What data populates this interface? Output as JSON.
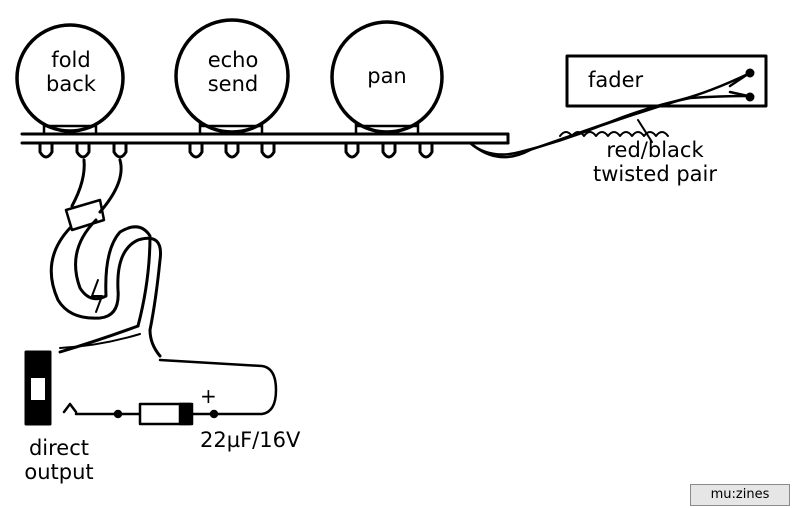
{
  "labels": {
    "fold_back": "fold\nback",
    "echo_send": "echo\nsend",
    "pan": "pan",
    "fader": "fader",
    "twisted_pair": "red/black\ntwisted pair",
    "direct_output": "direct\noutput",
    "capacitor_value": "22µF/16V",
    "capacitor_polarity": "+"
  },
  "watermark": "mu:zines"
}
